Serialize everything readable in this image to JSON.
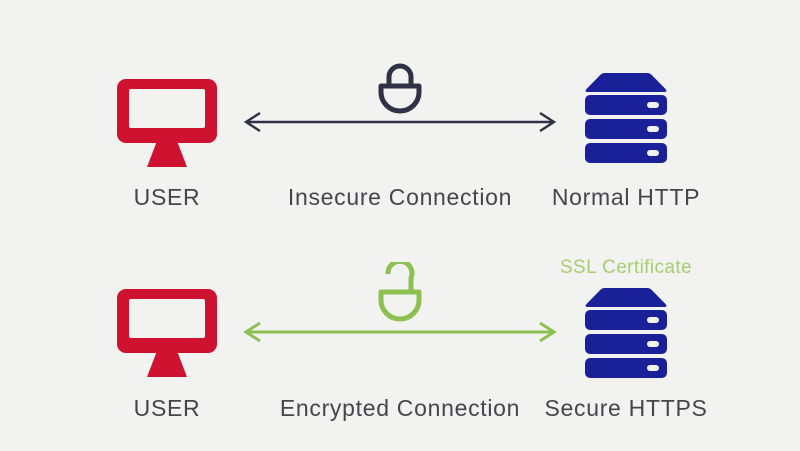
{
  "colors": {
    "background": "#f2f2f1",
    "monitor_red": "#ce1230",
    "server_navy": "#1a2198",
    "lock_dark": "#2f3245",
    "arrow_dark": "#2f3245",
    "secure_green": "#8cc152",
    "ssl_label_green": "#a7cd6f",
    "label_text": "#46454d"
  },
  "rows": {
    "insecure": {
      "user_label": "USER",
      "connection_label": "Insecure Connection",
      "server_label": "Normal HTTP",
      "lock_state": "locked"
    },
    "secure": {
      "user_label": "USER",
      "connection_label": "Encrypted Connection",
      "server_label": "Secure HTTPS",
      "ssl_badge": "SSL Certificate",
      "lock_state": "unlocked"
    }
  }
}
